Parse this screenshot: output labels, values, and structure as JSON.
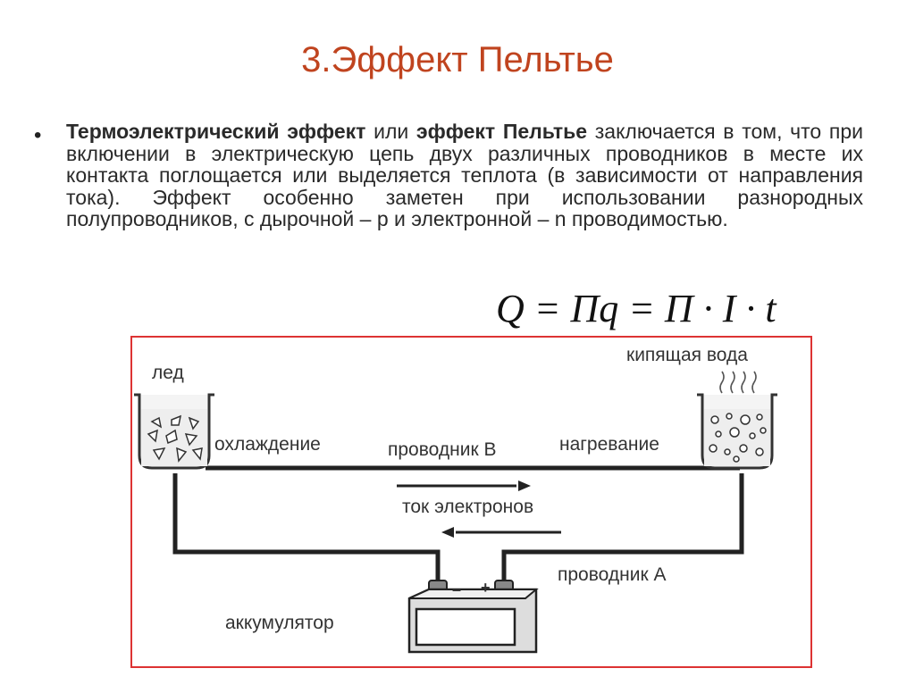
{
  "slide": {
    "title": "3.Эффект Пельтье"
  },
  "bullet": {
    "symbol": "•",
    "term1": "Термоэлектрический эффект",
    "connector": "или",
    "term2": "эффект Пельтье",
    "rest": "заключается в том, что при включении в электрическую цепь двух различных проводников в месте их контакта поглощается или выделяется теплота (в зависимости от направления тока). Эффект особенно заметен при использовании разнородных полупроводников, с дырочной – p и электронной – n проводимостью."
  },
  "formula": "Q = Πq = Π · I · t",
  "diagram": {
    "labels": {
      "ice": "лед",
      "boiling_water": "кипящая вода",
      "cooling": "охлаждение",
      "conductor_b": "проводник В",
      "heating": "нагревание",
      "electron_current": "ток электронов",
      "conductor_a": "проводник А",
      "battery": "аккумулятор",
      "minus": "–",
      "plus": "+"
    },
    "colors": {
      "border": "#dd3333",
      "wire": "#222222",
      "title": "#c0441f"
    }
  }
}
